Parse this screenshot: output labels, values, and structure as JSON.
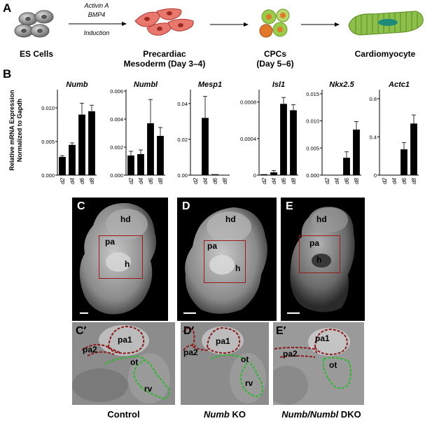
{
  "panel_a": {
    "letter": "A",
    "stages": [
      {
        "name": "ES Cells",
        "icon": "es-cells-icon"
      },
      {
        "name": "Precardiac\nMesoderm (Day 3–4)",
        "icon": "mesoderm-cells-icon"
      },
      {
        "name": "CPCs\n(Day 5–6)",
        "icon": "cpc-cells-icon"
      },
      {
        "name": "Cardiomyocyte",
        "icon": "cardiomyocyte-icon"
      }
    ],
    "arrow_labels": {
      "line1": "Activin A",
      "line2": "BMP4",
      "line3": "Induction"
    }
  },
  "panel_b": {
    "letter": "B",
    "ylabel_line1": "Relative mRNA Expression",
    "ylabel_line2": "Normalized to Gapdh"
  },
  "chart_data": [
    {
      "type": "bar",
      "title": "Numb",
      "categories": [
        "d2",
        "d4",
        "d6",
        "d8"
      ],
      "values": [
        0.0027,
        0.0045,
        0.009,
        0.0095
      ],
      "errors": [
        0.0002,
        0.0003,
        0.0017,
        0.0009
      ],
      "yticks": [
        "0.000",
        "0.005",
        "0.010"
      ],
      "ylim": [
        0,
        0.0125
      ],
      "tick_values": [
        0,
        0.005,
        0.01
      ]
    },
    {
      "type": "bar",
      "title": "Numbl",
      "categories": [
        "d2",
        "d4",
        "d6",
        "d8"
      ],
      "values": [
        0.0014,
        0.0015,
        0.0037,
        0.0028
      ],
      "errors": [
        0.0003,
        0.0003,
        0.0017,
        0.0006
      ],
      "yticks": [
        "0.000",
        "0.002",
        "0.004",
        "0.006"
      ],
      "ylim": [
        0,
        0.006
      ],
      "tick_values": [
        0,
        0.002,
        0.004,
        0.006
      ]
    },
    {
      "type": "bar",
      "title": "Mesp1",
      "categories": [
        "d2",
        "d4",
        "d6",
        "d8"
      ],
      "values": [
        0,
        0.032,
        0.0005,
        0
      ],
      "errors": [
        0,
        0.012,
        0,
        0
      ],
      "yticks": [
        "0.00",
        "0.02",
        "0.04"
      ],
      "ylim": [
        0,
        0.047
      ],
      "tick_values": [
        0,
        0.02,
        0.04
      ]
    },
    {
      "type": "bar",
      "title": "Isl1",
      "categories": [
        "d2",
        "d4",
        "d6",
        "d8"
      ],
      "values": [
        1e-05,
        3e-05,
        0.00078,
        0.00071
      ],
      "errors": [
        0,
        2e-05,
        7e-05,
        6e-05
      ],
      "yticks": [
        "0",
        "0.0004",
        "0.0008"
      ],
      "ylim": [
        0,
        0.00092
      ],
      "tick_values": [
        0,
        0.0004,
        0.0008
      ]
    },
    {
      "type": "bar",
      "title": "Nkx2.5",
      "categories": [
        "d2",
        "d4",
        "d6",
        "d8"
      ],
      "values": [
        0,
        0,
        0.0032,
        0.0084
      ],
      "errors": [
        0,
        0,
        0.0011,
        0.0015
      ],
      "yticks": [
        "0.000",
        "0.005",
        "0.010",
        "0.015"
      ],
      "ylim": [
        0,
        0.0155
      ],
      "tick_values": [
        0,
        0.005,
        0.01,
        0.015
      ]
    },
    {
      "type": "bar",
      "title": "Actc1",
      "categories": [
        "d2",
        "d4",
        "d6",
        "d8"
      ],
      "values": [
        0,
        0,
        0.27,
        0.54
      ],
      "errors": [
        0,
        0,
        0.07,
        0.09
      ],
      "yticks": [
        "0",
        "0.4",
        "0.8"
      ],
      "ylim": [
        0,
        0.88
      ],
      "tick_values": [
        0,
        0.4,
        0.8
      ]
    }
  ],
  "panels_c": [
    {
      "letter": "C",
      "labels": {
        "hd": "hd",
        "pa": "pa",
        "h": "h"
      }
    },
    {
      "letter": "D",
      "labels": {
        "hd": "hd",
        "pa": "pa",
        "h": "h"
      }
    },
    {
      "letter": "E",
      "labels": {
        "hd": "hd",
        "pa": "pa",
        "h": "h"
      }
    }
  ],
  "panels_zoom": [
    {
      "letter": "C′",
      "labels": {
        "pa1": "pa1",
        "pa2": "pa2",
        "ot": "ot",
        "rv": "rv"
      }
    },
    {
      "letter": "D′",
      "labels": {
        "pa1": "pa1",
        "pa2": "pa2",
        "ot": "ot",
        "rv": "rv"
      }
    },
    {
      "letter": "E′",
      "labels": {
        "pa1": "pa1",
        "pa2": "pa2",
        "ot": "ot"
      }
    }
  ],
  "captions": {
    "c1": "Control",
    "c2_italic": "Numb",
    "c2_rest": " KO",
    "c3_italic": "Numb/Numbl",
    "c3_rest": " DKO"
  },
  "colors": {
    "bars": "#000000",
    "roi_box": "#9b1b1b",
    "pa_outline": "#8b1a1a",
    "ot_outline": "#2db82d"
  }
}
